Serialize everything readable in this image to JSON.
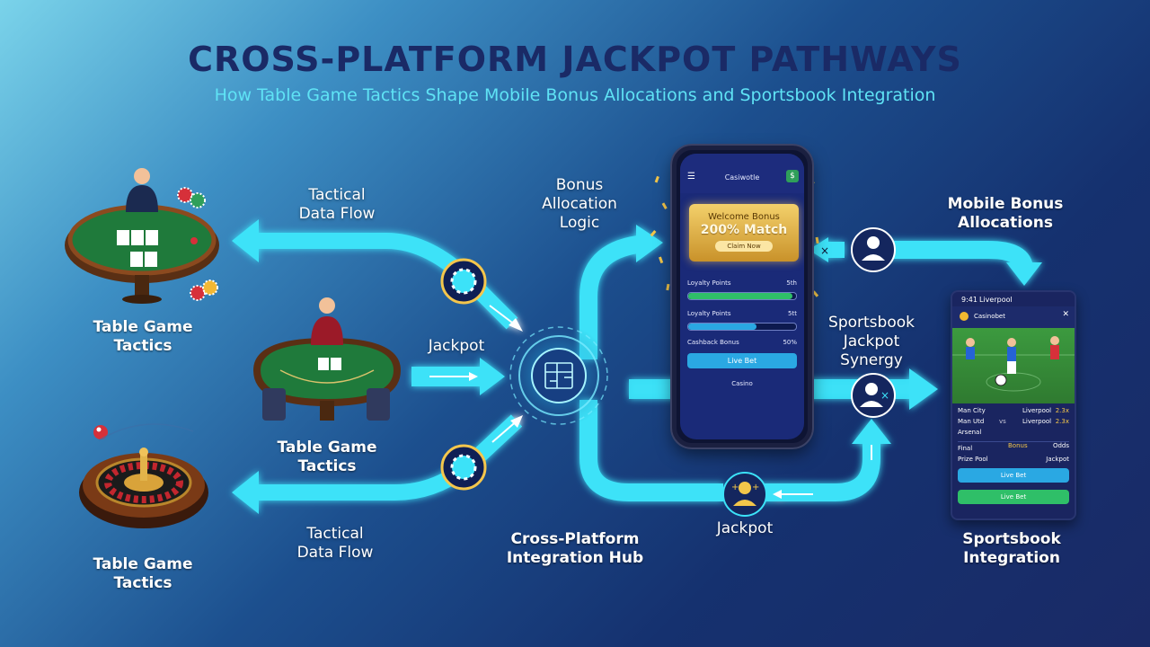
{
  "header": {
    "title": "CROSS-PLATFORM JACKPOT PATHWAYS",
    "subtitle": "How Table Game Tactics Shape Mobile Bonus Allocations and Sportsbook Integration"
  },
  "left_nodes": [
    {
      "label": "Table Game\nTactics",
      "icon": "poker-table-icon"
    },
    {
      "label": "Table Game\nTactics",
      "icon": "blackjack-table-icon"
    },
    {
      "label": "Table Game\nTactics",
      "icon": "roulette-wheel-icon"
    }
  ],
  "flows": {
    "top": "Tactical\nData Flow",
    "middle": "Jackpot",
    "bottom": "Tactical\nData Flow",
    "bonus_logic": "Bonus\nAllocation\nLogic",
    "jackpot_bottom": "Jackpot",
    "sportsbook_synergy": "Sportsbook\nJackpot\nSynergy"
  },
  "hub": {
    "label": "Cross-Platform\nIntegration Hub",
    "icon": "integration-hub-icon"
  },
  "mobile_bonus": {
    "label": "Mobile Bonus\nAllocations",
    "phone": {
      "brand": "Casiwotle",
      "menu_icon": "menu-icon",
      "card_title": "Welcome Bonus",
      "card_value": "200% Match",
      "card_button": "Claim Now",
      "rows": [
        {
          "label": "Loyalty Points",
          "value": "5th",
          "progress": 0.97,
          "color": "#2fbf68"
        },
        {
          "label": "Loyalty Points",
          "value": "5tt",
          "progress": 0.63,
          "color": "#2aa8e3"
        },
        {
          "label": "Cashback Bonus",
          "value": "50%",
          "progress": null,
          "color": "#2aa8e3"
        }
      ],
      "live_bet": "Live Bet",
      "footer": "Casino"
    }
  },
  "sportsbook": {
    "label": "Sportsbook\nIntegration",
    "phone": {
      "status_time": "9:41",
      "status_carrier": "Liverpool",
      "brand": "Casinobet",
      "match_rows": [
        {
          "home": "Man City",
          "mid": "",
          "away": "Liverpool",
          "odds": "2.3x"
        },
        {
          "home": "Man Utd",
          "mid": "vs",
          "away": "Liverpool",
          "odds": "2.3x"
        },
        {
          "home": "Arsenal",
          "mid": "",
          "away": "",
          "odds": ""
        }
      ],
      "odds_row": {
        "left": "Final",
        "mid": "Bonus",
        "right": "Odds"
      },
      "odds_row2": {
        "left": "Prize Pool",
        "right": "Jackpot"
      },
      "buttons": [
        "Live Bet",
        "Live Bet"
      ]
    }
  },
  "colors": {
    "accent_cyan": "#39d8f5",
    "title_navy": "#1a2a66",
    "gold": "#f3c64a",
    "green": "#2fbf68"
  }
}
